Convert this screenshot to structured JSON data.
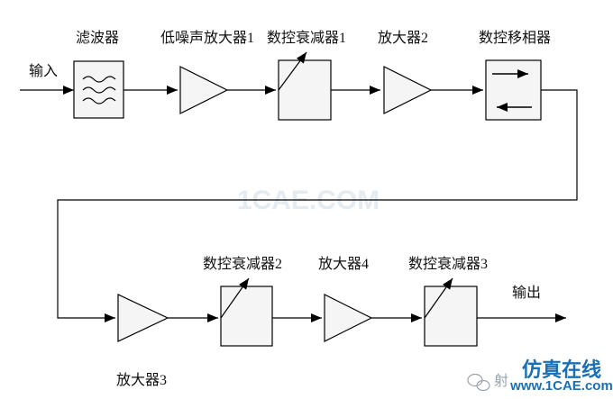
{
  "diagram": {
    "input_label": "输入",
    "output_label": "输出",
    "blocks": {
      "filter": "滤波器",
      "lna1": "低噪声放大器1",
      "att1": "数控衰减器1",
      "amp2": "放大器2",
      "phase": "数控移相器",
      "amp3": "放大器3",
      "att2": "数控衰减器2",
      "amp4": "放大器4",
      "att3": "数控衰减器3"
    }
  },
  "watermark": {
    "center_text": "1CAE.COM",
    "brand_cn": "仿真在线",
    "brand_en": "www.1CAE.com",
    "wechat_text": "射"
  },
  "colors": {
    "line": "#000000",
    "block_fill": "#f5f5f5",
    "watermark": "#e4ebf1",
    "brand": "#1b6fb3"
  }
}
